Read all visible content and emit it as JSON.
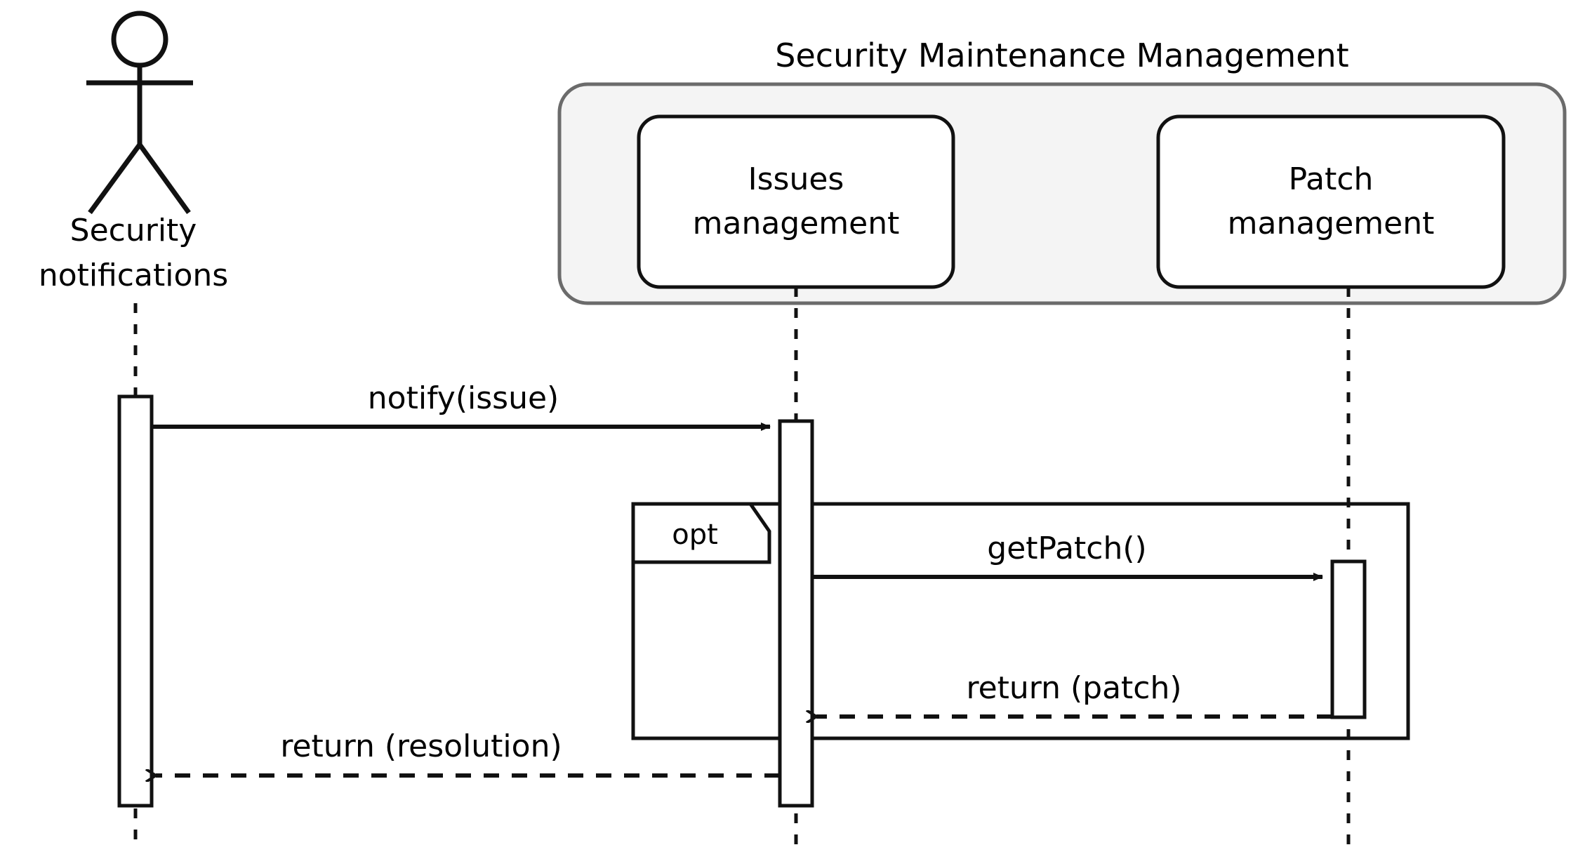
{
  "diagram": {
    "type": "uml-sequence-diagram",
    "system_title": "Security Maintenance Management",
    "actor": {
      "icon": "stick-figure-actor-icon",
      "label_line1": "Security",
      "label_line2": "notifications"
    },
    "participants": [
      {
        "id": "issues",
        "label_line1": "Issues",
        "label_line2": "management"
      },
      {
        "id": "patch",
        "label_line1": "Patch",
        "label_line2": "management"
      }
    ],
    "fragment": {
      "operator": "opt"
    },
    "messages": [
      {
        "id": "m1",
        "label": "notify(issue)",
        "kind": "call",
        "from": "actor",
        "to": "issues"
      },
      {
        "id": "m2",
        "label": "getPatch()",
        "kind": "call",
        "from": "issues",
        "to": "patch"
      },
      {
        "id": "m3",
        "label": "return (patch)",
        "kind": "return",
        "from": "patch",
        "to": "issues"
      },
      {
        "id": "m4",
        "label": "return (resolution)",
        "kind": "return",
        "from": "issues",
        "to": "actor"
      }
    ],
    "colors": {
      "background": "#ffffff",
      "system_box_fill": "#f4f4f4",
      "system_box_stroke": "#6b6b6b",
      "participant_stroke": "#111111",
      "line": "#111111"
    }
  }
}
